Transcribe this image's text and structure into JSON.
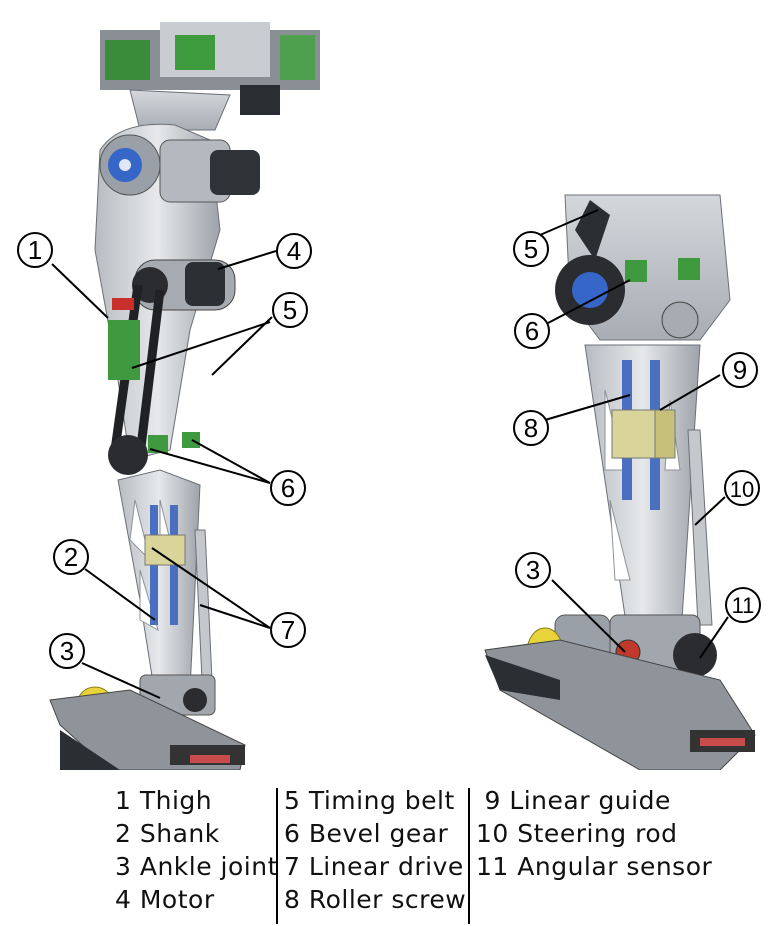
{
  "callouts_left": [
    "1",
    "4",
    "5",
    "6",
    "2",
    "7",
    "3"
  ],
  "callouts_right": [
    "5",
    "6",
    "9",
    "8",
    "10",
    "3",
    "11"
  ],
  "legend": {
    "col1": [
      {
        "num": "1",
        "label": "Thigh"
      },
      {
        "num": "2",
        "label": "Shank"
      },
      {
        "num": "3",
        "label": "Ankle joint"
      },
      {
        "num": "4",
        "label": "Motor"
      }
    ],
    "col2": [
      {
        "num": "5",
        "label": "Timing belt"
      },
      {
        "num": "6",
        "label": "Bevel gear"
      },
      {
        "num": "7",
        "label": "Linear drive"
      },
      {
        "num": "8",
        "label": "Roller screw"
      }
    ],
    "col3": [
      {
        "num": "9",
        "label": "Linear guide"
      },
      {
        "num": "10",
        "label": "Steering rod"
      },
      {
        "num": "11",
        "label": "Angular sensor"
      }
    ]
  }
}
